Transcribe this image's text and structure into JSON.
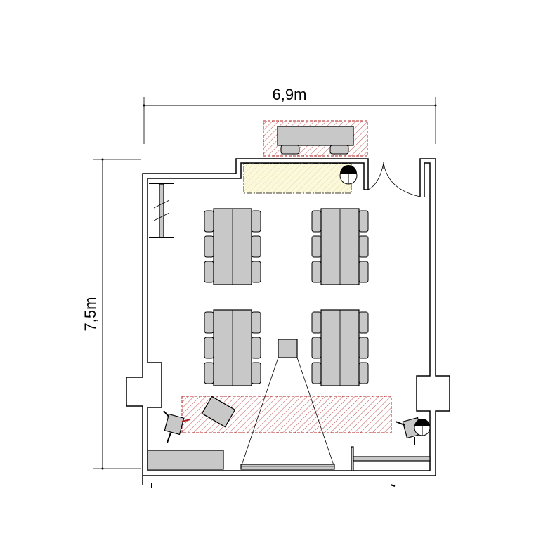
{
  "plan": {
    "width_label": "6,9m",
    "height_label": "7,5m"
  },
  "colors": {
    "furniture": "#c8c8c8",
    "hatch_red": "#b02020",
    "hatch_yellow": "#d8d890",
    "yellow_fill": "#fbf8dc"
  },
  "table_groups": [
    "top-left",
    "top-right",
    "bottom-left",
    "bottom-right"
  ]
}
